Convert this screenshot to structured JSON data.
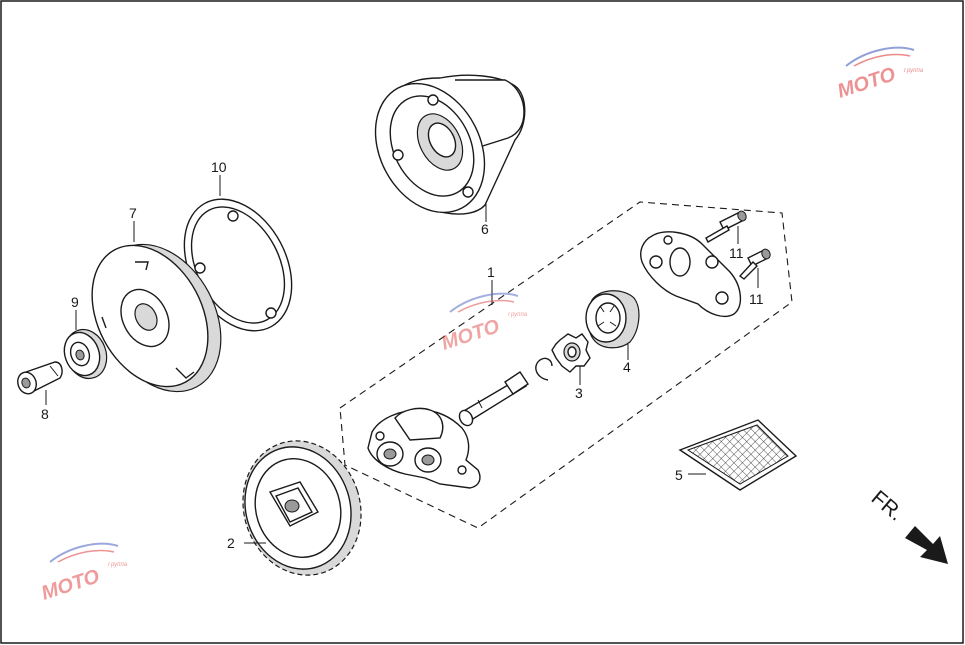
{
  "diagram": {
    "direction_label": "FR.",
    "parts": [
      {
        "ref": "1",
        "label": "1"
      },
      {
        "ref": "2",
        "label": "2"
      },
      {
        "ref": "3",
        "label": "3"
      },
      {
        "ref": "4",
        "label": "4"
      },
      {
        "ref": "5",
        "label": "5"
      },
      {
        "ref": "6",
        "label": "6"
      },
      {
        "ref": "7",
        "label": "7"
      },
      {
        "ref": "8",
        "label": "8"
      },
      {
        "ref": "9",
        "label": "9"
      },
      {
        "ref": "10",
        "label": "10"
      },
      {
        "ref": "11a",
        "label": "11"
      },
      {
        "ref": "11b",
        "label": "11"
      }
    ]
  },
  "watermark": {
    "brand": "MOTO",
    "subtext": "Группа",
    "colors": {
      "red": "#e03a3a",
      "blue": "#4a5fc0",
      "gray": "#9a9a9a"
    }
  },
  "colors": {
    "line": "#1a1a1a",
    "frame": "#1a1a1a",
    "background": "#ffffff"
  }
}
